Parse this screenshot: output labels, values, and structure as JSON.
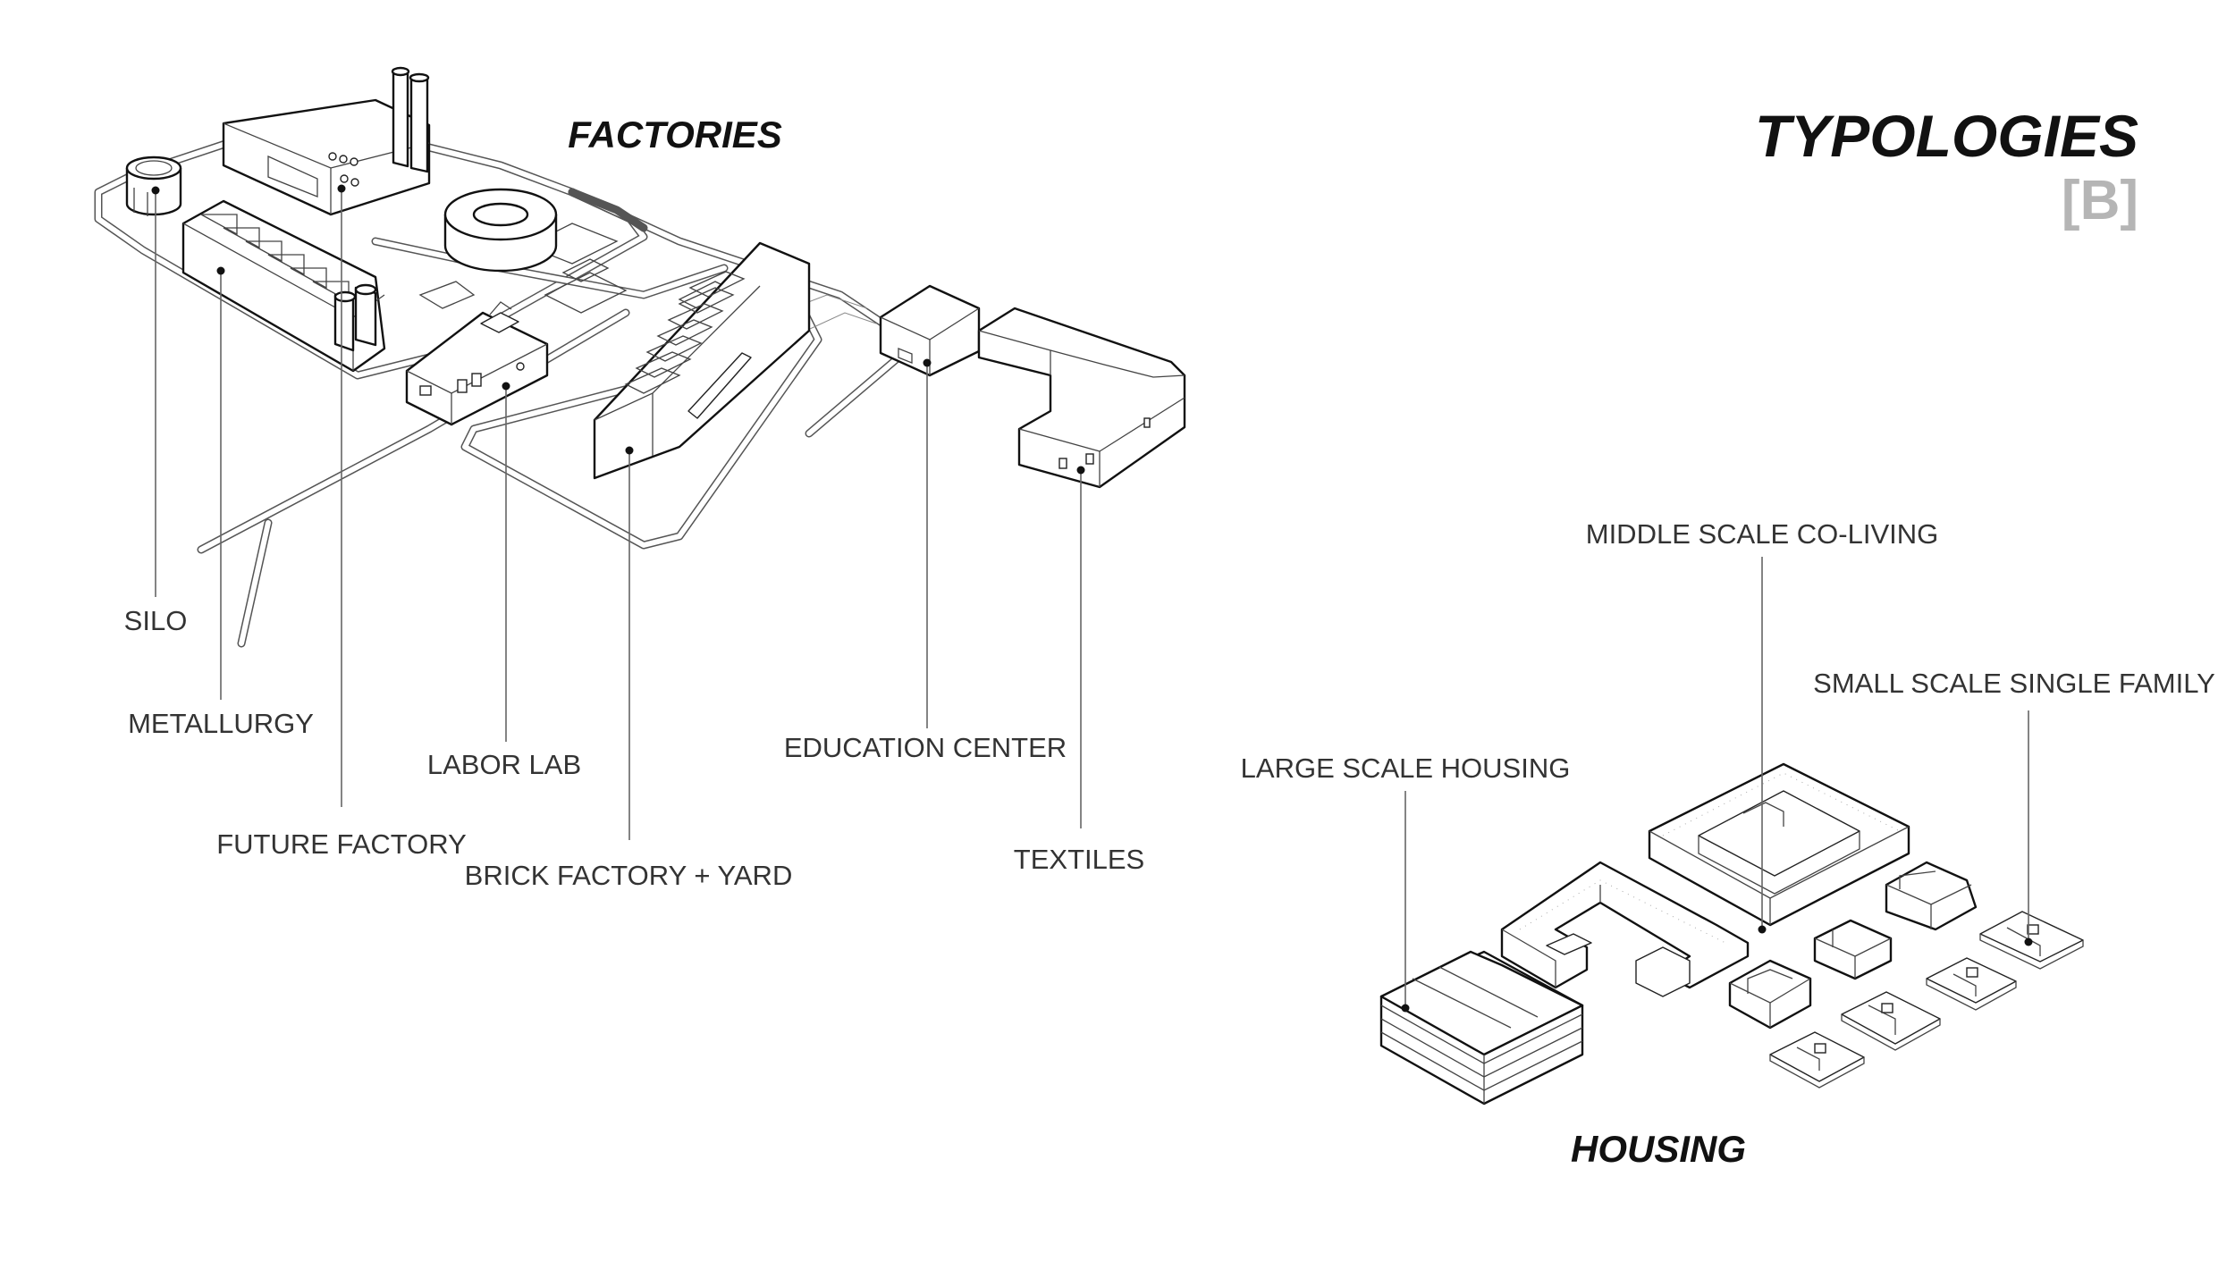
{
  "title": "TYPOLOGIES",
  "subtitle": "[B]",
  "sections": {
    "factories": "FACTORIES",
    "housing": "HOUSING"
  },
  "labels": {
    "silo": "SILO",
    "metallurgy": "METALLURGY",
    "future_factory": "FUTURE FACTORY",
    "labor_lab": "LABOR LAB",
    "brick_factory": "BRICK FACTORY + YARD",
    "education_center": "EDUCATION CENTER",
    "textiles": "TEXTILES",
    "middle_scale": "MIDDLE SCALE CO-LIVING",
    "small_scale": "SMALL SCALE SINGLE FAMILY",
    "large_scale": "LARGE SCALE HOUSING"
  },
  "colors": {
    "ink": "#111111",
    "subtitle_gray": "#b5b5b5",
    "label_gray": "#333333"
  }
}
